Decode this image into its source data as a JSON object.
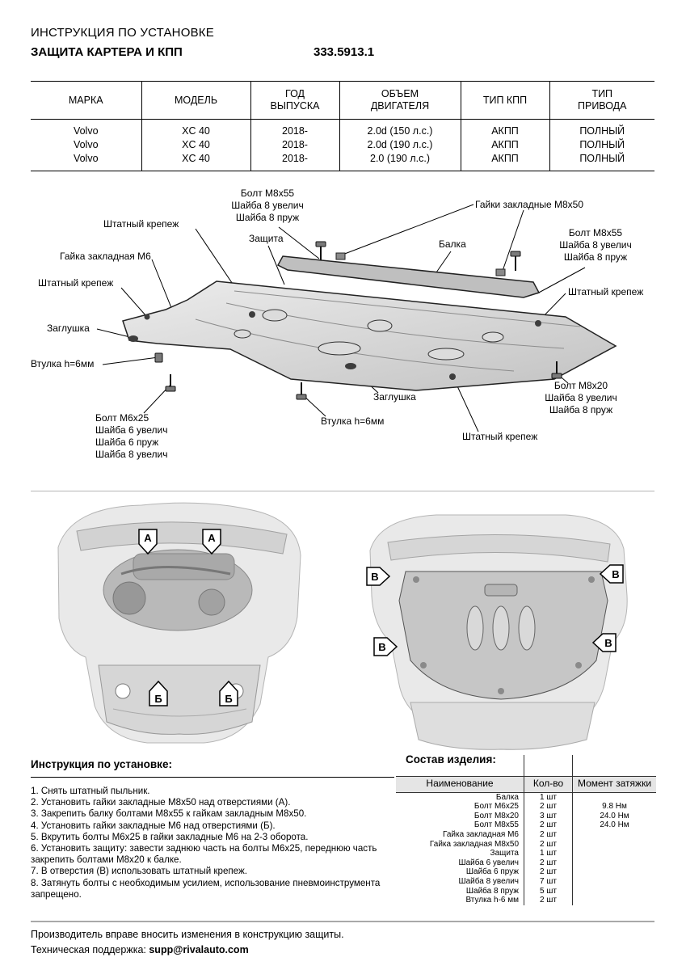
{
  "header": {
    "title": "ИНСТРУКЦИЯ ПО УСТАНОВКЕ",
    "subtitle": "ЗАЩИТА КАРТЕРА И КПП",
    "part_number": "333.5913.1"
  },
  "spec_table": {
    "headers": [
      "МАРКА",
      "МОДЕЛЬ",
      "ГОД\nВЫПУСКА",
      "ОБЪЕМ\nДВИГАТЕЛЯ",
      "ТИП КПП",
      "ТИП\nПРИВОДА"
    ],
    "rows": [
      [
        "Volvo",
        "XC 40",
        "2018-",
        "2.0d (150 л.с.)",
        "АКПП",
        "ПОЛНЫЙ"
      ],
      [
        "Volvo",
        "XC 40",
        "2018-",
        "2.0d (190 л.с.)",
        "АКПП",
        "ПОЛНЫЙ"
      ],
      [
        "Volvo",
        "XC 40",
        "2018-",
        "2.0 (190 л.с.)",
        "АКПП",
        "ПОЛНЫЙ"
      ]
    ]
  },
  "diagram": {
    "labels": {
      "bolt_m8x55_top": "Болт М8х55\nШайба 8 увелич\nШайба 8 пруж",
      "nuts_m8x50": "Гайки закладные М8х50",
      "stock_fastener_top": "Штатный крепеж",
      "bolt_m8x55_right": "Болт М8х55\nШайба 8 увелич\nШайба 8 пруж",
      "shield": "Защита",
      "beam": "Балка",
      "nut_m6": "Гайка закладная М6",
      "stock_fastener_left": "Штатный крепеж",
      "stock_fastener_right": "Штатный крепеж",
      "plug_left": "Заглушка",
      "bushing_left": "Втулка h=6мм",
      "bolt_m8x20": "Болт М8х20\nШайба 8 увелич\nШайба 8 пруж",
      "plug_bottom": "Заглушка",
      "bushing_bottom": "Втулка h=6мм",
      "bolt_m6x25": "Болт М6х25\nШайба 6 увелич\nШайба 6 пруж\nШайба 8 увелич",
      "stock_fastener_bottom": "Штатный крепеж"
    }
  },
  "views": {
    "left_markers": [
      "А",
      "А",
      "Б",
      "Б"
    ],
    "right_markers": [
      "В",
      "В",
      "В",
      "В"
    ]
  },
  "instructions": {
    "title": "Инструкция по установке:",
    "steps": [
      "1. Снять штатный пыльник.",
      "2. Установить гайки закладные М8х50 над отверстиями (А).",
      "3. Закрепить балку болтами М8х55 к гайкам закладным М8х50.",
      "4. Установить гайки закладные М6 над отверстиями (Б).",
      "5. Вкрутить болты М6х25 в гайки закладные М6 на 2-3 оборота.",
      "6. Установить защиту: завести заднюю часть на болты М6х25, переднюю часть закрепить болтами М8х20 к балке.",
      "7. В отверстия (В) использовать штатный крепеж.",
      "8. Затянуть болты с необходимым усилием, использование пневмоинструмента запрещено."
    ]
  },
  "parts": {
    "title": "Состав изделия:",
    "headers": [
      "Наименование",
      "Кол-во",
      "Момент затяжки"
    ],
    "rows": [
      [
        "Балка",
        "1 шт",
        ""
      ],
      [
        "Болт М6х25",
        "2 шт",
        "9.8 Нм"
      ],
      [
        "Болт М8х20",
        "3 шт",
        "24.0 Нм"
      ],
      [
        "Болт М8х55",
        "2 шт",
        "24.0 Нм"
      ],
      [
        "Гайка закладная М6",
        "2 шт",
        ""
      ],
      [
        "Гайка закладная М8х50",
        "2 шт",
        ""
      ],
      [
        "Защита",
        "1 шт",
        ""
      ],
      [
        "Шайба 6 увелич",
        "2 шт",
        ""
      ],
      [
        "Шайба 6 пруж",
        "2 шт",
        ""
      ],
      [
        "Шайба 8 увелич",
        "7 шт",
        ""
      ],
      [
        "Шайба 8 пруж",
        "5 шт",
        ""
      ],
      [
        "Втулка h-6 мм",
        "2 шт",
        ""
      ]
    ]
  },
  "footer": {
    "note": "Производитель вправе вносить изменения в конструкцию защиты.",
    "support_label": "Техническая поддержка:",
    "support_email": "supp@rivalauto.com"
  }
}
